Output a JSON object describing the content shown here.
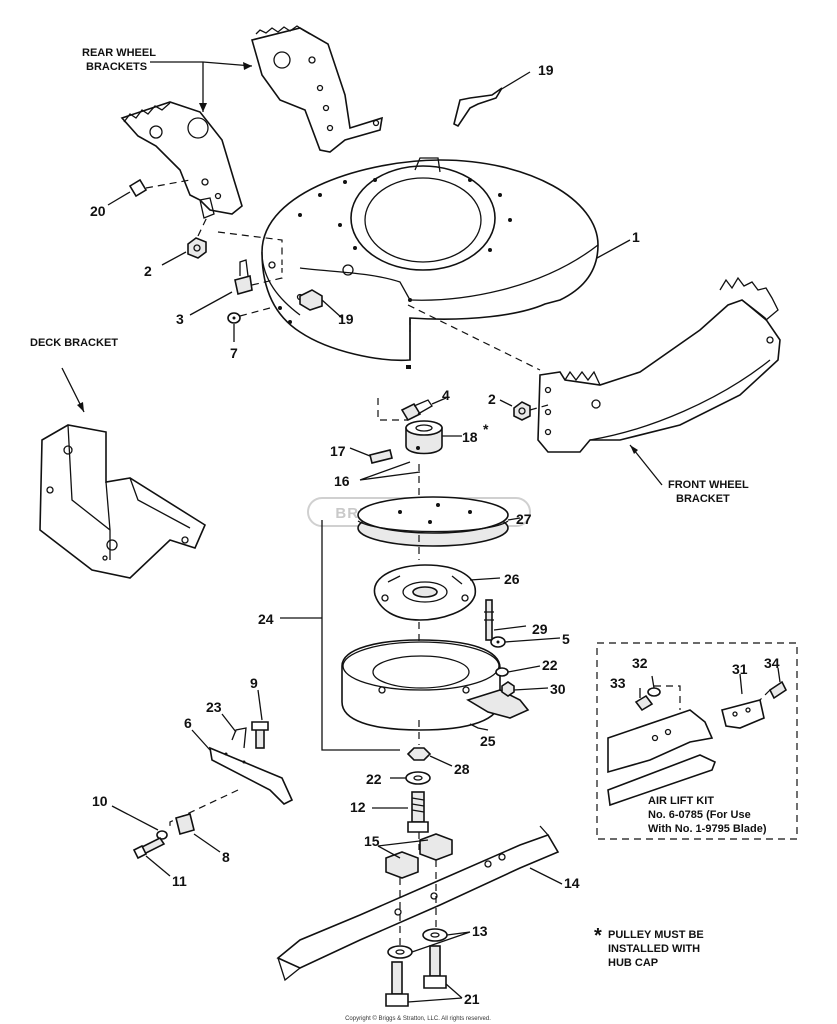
{
  "labels": {
    "rear_wheel_brackets": [
      "REAR WHEEL",
      "BRACKETS"
    ],
    "deck_bracket": "DECK BRACKET",
    "front_wheel_bracket": [
      "FRONT WHEEL",
      "BRACKET"
    ],
    "air_lift_kit": [
      "AIR LIFT KIT",
      "No. 6-0785 (For Use",
      "With No. 1-9795 Blade)"
    ],
    "pulley_note": [
      "PULLEY MUST BE",
      "INSTALLED WITH",
      "HUB CAP"
    ],
    "asterisk": "*",
    "watermark": "BRIGGS&STRATTON",
    "copyright": "Copyright © Briggs & Stratton, LLC. All rights reserved."
  },
  "callouts": {
    "n1": "1",
    "n2a": "2",
    "n2b": "2",
    "n3": "3",
    "n4": "4",
    "n5": "5",
    "n6": "6",
    "n7": "7",
    "n8": "8",
    "n9": "9",
    "n10": "10",
    "n11": "11",
    "n12": "12",
    "n13": "13",
    "n14": "14",
    "n15": "15",
    "n16": "16",
    "n17": "17",
    "n18": "18",
    "n19a": "19",
    "n19b": "19",
    "n20": "20",
    "n21": "21",
    "n22a": "22",
    "n22b": "22",
    "n23": "23",
    "n24": "24",
    "n25": "25",
    "n26": "26",
    "n27": "27",
    "n28": "28",
    "n29": "29",
    "n30": "30",
    "n31": "31",
    "n32": "32",
    "n33": "33",
    "n34": "34"
  }
}
